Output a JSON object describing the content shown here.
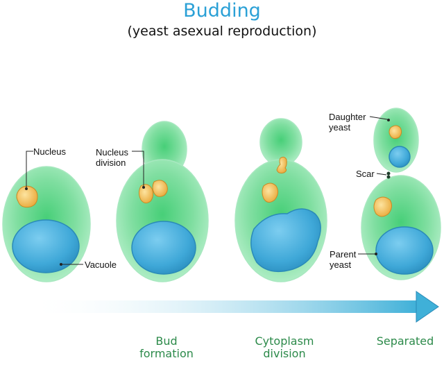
{
  "header": {
    "title": "Budding",
    "subtitle": "(yeast asexual reproduction)"
  },
  "labels": {
    "nucleus": "Nucleus",
    "vacuole": "Vacuole",
    "nucleus_division_1": "Nucleus",
    "nucleus_division_2": "division",
    "daughter_1": "Daughter",
    "daughter_2": "yeast",
    "scar": "Scar",
    "parent_1": "Parent",
    "parent_2": "yeast"
  },
  "stages": {
    "bud_1": "Bud",
    "bud_2": "formation",
    "cyto_1": "Cytoplasm",
    "cyto_2": "division",
    "separated": "Separated"
  },
  "colors": {
    "title": "#2aa0d6",
    "stage_text": "#2c8a4a",
    "cell_outer": "#9fe6b8",
    "cell_inner": "#5cd68a",
    "vacuole": "#4fb6e0",
    "nucleus": "#f4c35a",
    "arrow": "#4fb8dc"
  }
}
